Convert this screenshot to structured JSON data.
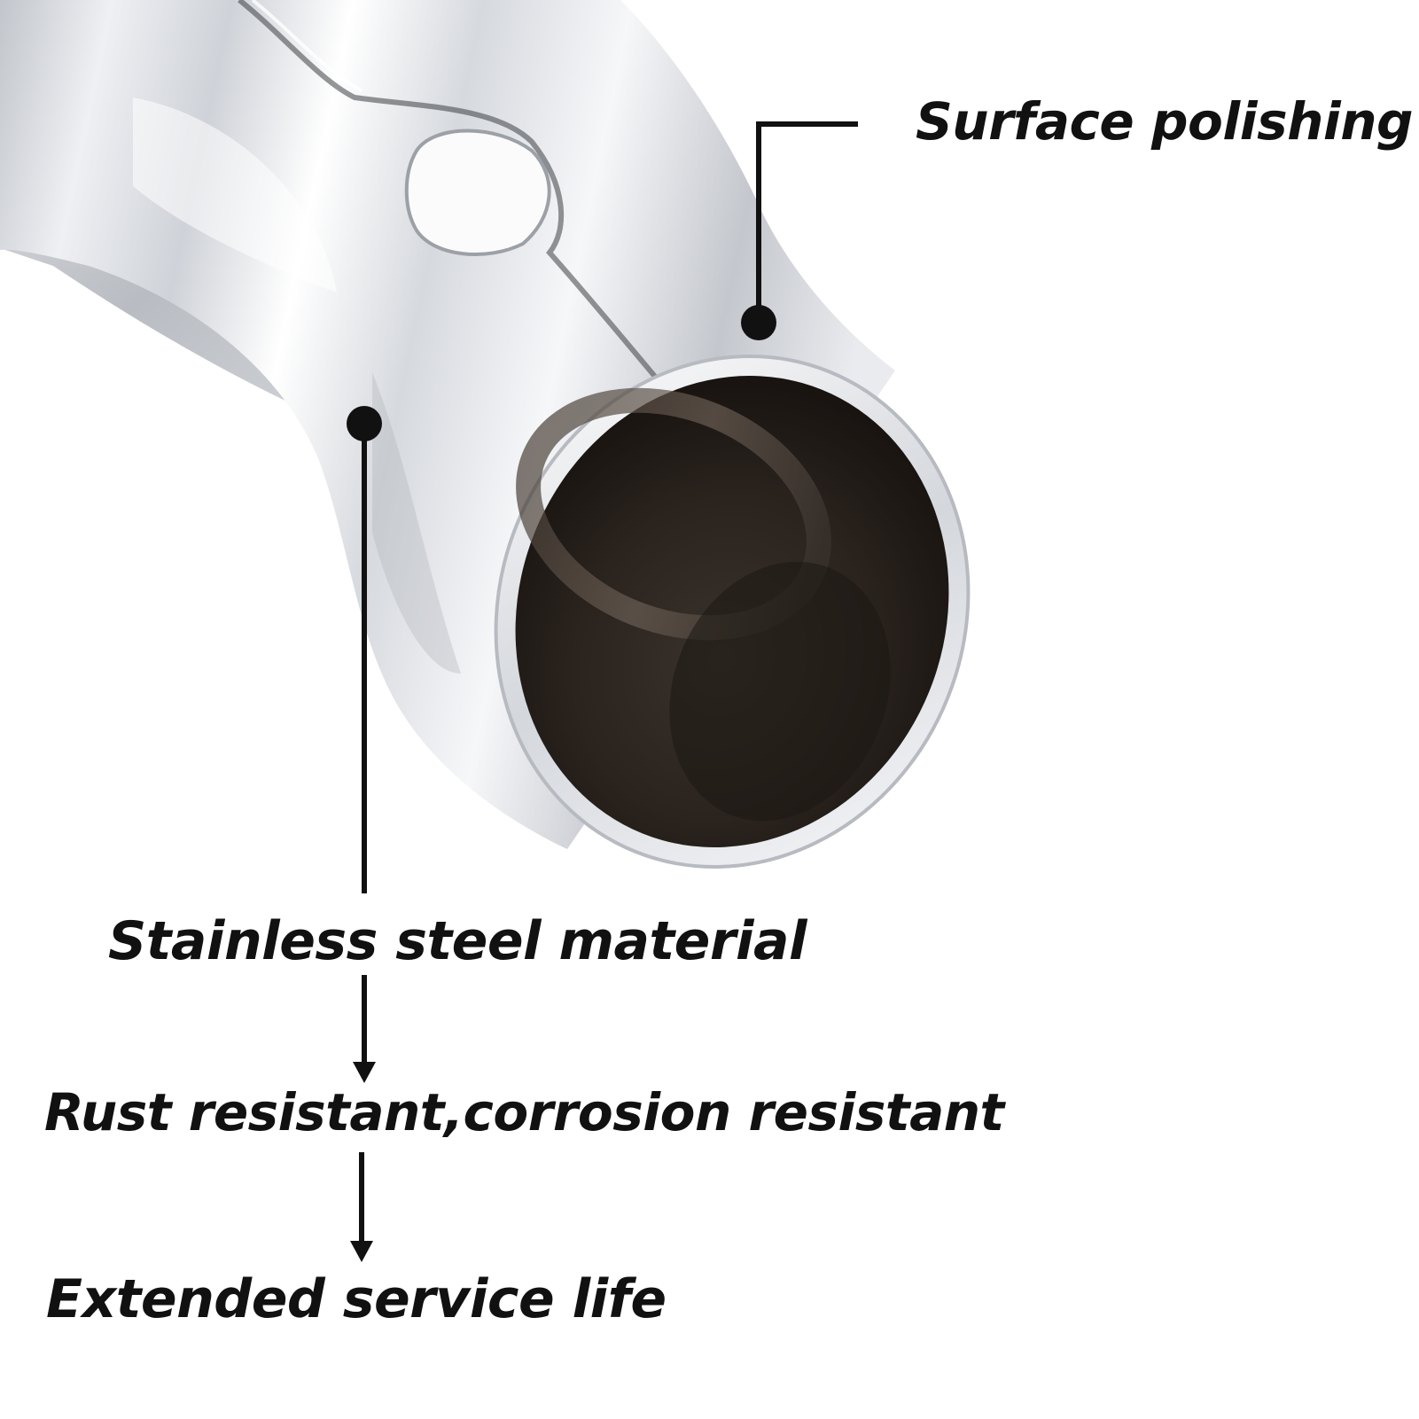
{
  "callouts": {
    "surface_polishing": "Surface polishing",
    "stainless_steel": "Stainless steel material",
    "rust_resistant": "Rust resistant,corrosion resistant",
    "service_life": "Extended service life"
  },
  "colors": {
    "background": "#ffffff",
    "text": "#111111",
    "chrome_light": "#f4f5f7",
    "chrome_mid": "#c9ccd2",
    "pipe_interior": "#2b2520"
  }
}
